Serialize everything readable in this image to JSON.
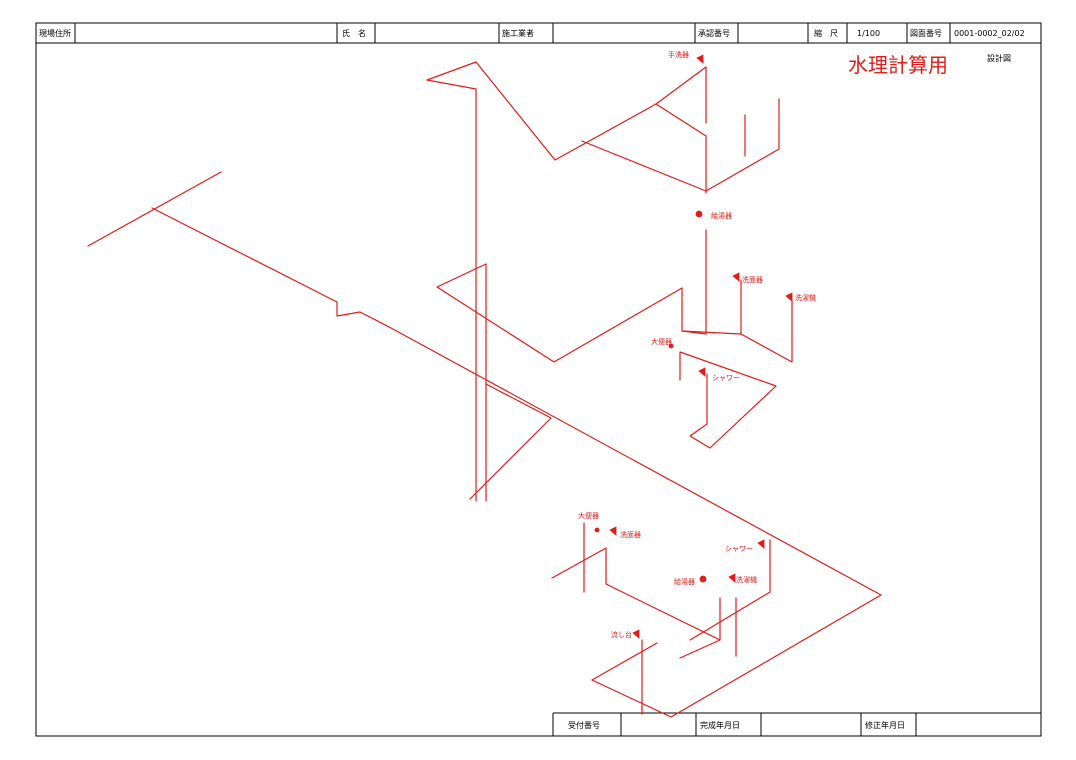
{
  "title_block": {
    "site_address_label": "現場住所",
    "name_label": "氏　名",
    "contractor_label": "施工業者",
    "approval_no_label": "承認番号",
    "scale_label": "縮　尺",
    "scale_value": "1/100",
    "drawing_no_label": "図面番号",
    "drawing_no_value": "0001-0002_02/02"
  },
  "drawing": {
    "title": "水理計算用",
    "subtitle": "設計図"
  },
  "fixtures": {
    "hand_wash": "手洗器",
    "water_heater_1": "給湯器",
    "wash_basin_1": "洗面器",
    "washing_machine_1": "洗濯機",
    "toilet_1": "大便器",
    "shower_1": "シャワー",
    "toilet_2": "大便器",
    "wash_basin_2": "洗面器",
    "shower_2": "シャワー",
    "water_heater_2": "給湯器",
    "washing_machine_2": "洗濯機",
    "sink": "流し台"
  },
  "footer": {
    "receipt_no_label": "受付番号",
    "completion_date_label": "完成年月日",
    "revision_date_label": "修正年月日"
  },
  "colors": {
    "pipe": "#e21b1b",
    "frame": "#000000"
  }
}
